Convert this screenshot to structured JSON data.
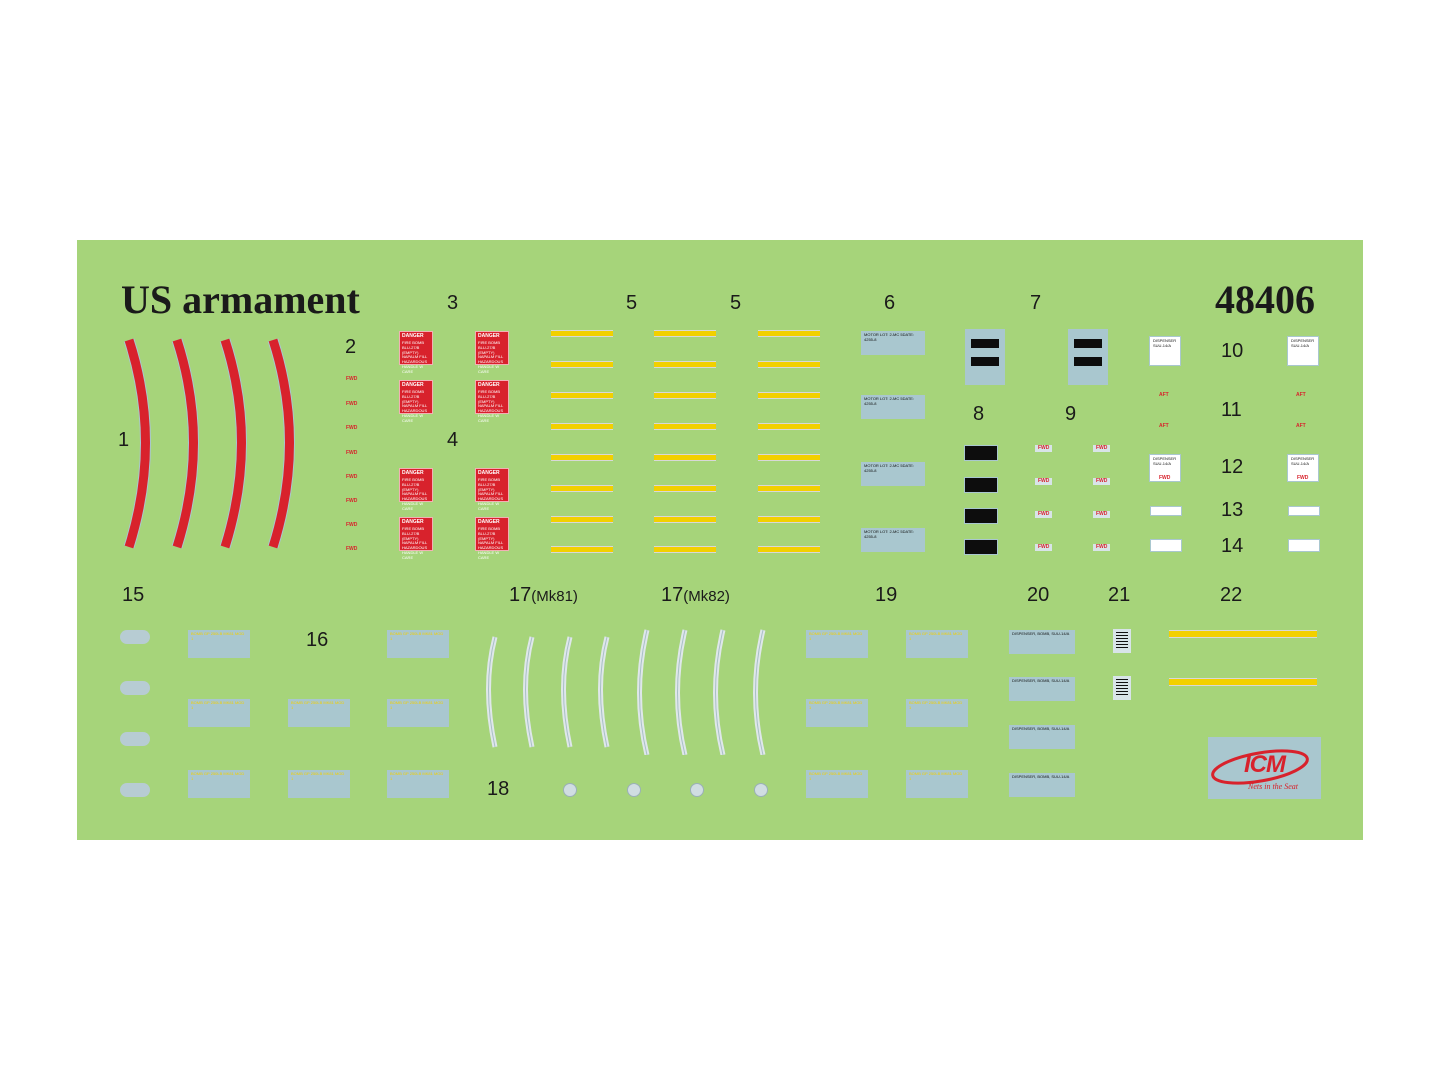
{
  "sheet": {
    "title": "US armament",
    "product_code": "48406",
    "colors": {
      "sheet_bg": "#a6d47a",
      "red": "#d8222c",
      "yellow": "#f2d000",
      "grey_blue": "#a9c7cf",
      "black": "#0d0d0d"
    }
  },
  "labels": {
    "n1": "1",
    "n2": "2",
    "n3": "3",
    "n4": "4",
    "n5a": "5",
    "n5b": "5",
    "n6": "6",
    "n7": "7",
    "n8": "8",
    "n9": "9",
    "n10": "10",
    "n11": "11",
    "n12": "12",
    "n13": "13",
    "n14": "14",
    "n15": "15",
    "n16": "16",
    "n17a": "17",
    "n17a_sub": "(Mk81)",
    "n17b": "17",
    "n17b_sub": "(Mk82)",
    "n18": "18",
    "n19": "19",
    "n20": "20",
    "n21": "21",
    "n22": "22"
  },
  "decals": {
    "fwd": "FWD",
    "aft": "AFT",
    "danger_head": "DANGER",
    "danger_body": "FIRE BOMB BLU-27/B (EMPTY) NAPALM FILL HAZARDOUS HANDLE W CARE",
    "motor_text": "MOTOR LOT: 2-MC 5DATE: 4255-8",
    "stencil_text": "BOMB GP 250LB MK81 MOD 1",
    "suu_text": "DISPENSER, BOMB, SUU-14/A",
    "dispenser_text": "DISPENSER SUU-14/A"
  },
  "logo": {
    "brand": "ICM",
    "slogan": "Nets in the Seat"
  }
}
